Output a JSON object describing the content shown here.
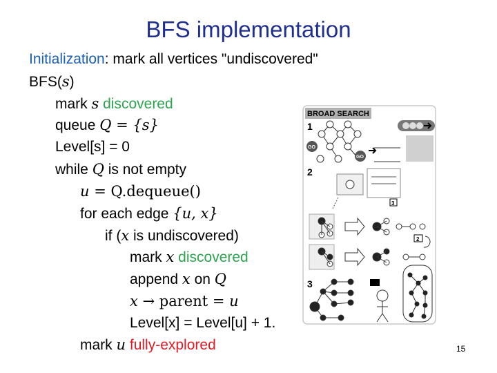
{
  "title": "BFS implementation",
  "lines": {
    "init_kw": "Initialization",
    "init_rest": ": mark all vertices \"undiscovered\"",
    "bfs_name": "BFS(",
    "bfs_arg": "s",
    "bfs_close": ")",
    "mark": "mark ",
    "s": "s",
    "discovered": " discovered",
    "queue": "queue ",
    "queue_expr": "Q = {s}",
    "level_s": "Level[s] = 0",
    "while_pre": "while ",
    "Q": "Q",
    "while_post": " is not empty",
    "u": "u",
    "dequeue": " = Q.dequeue()",
    "foreach": "for each edge ",
    "edge": "{u, x}",
    "if_pre": "if (",
    "x": "x",
    "if_post": " is undiscovered)",
    "mark2": "mark ",
    "discovered2": " discovered",
    "append": "append ",
    "on": " on ",
    "parent": " → parent = ",
    "level_x": "Level[x] = Level[u] + 1.",
    "mark3": "mark ",
    "fully": " fully-explored"
  },
  "figure": {
    "header": "BROAD SEARCH",
    "step1": "1",
    "step2": "2",
    "step3": "3",
    "go": "GO",
    "small2": "2",
    "small3": "3"
  },
  "page_number": "15",
  "colors": {
    "title": "#1f2f8f",
    "keyword": "#1a5fb4",
    "discovered": "#2ea44f",
    "explored": "#e01b24"
  }
}
